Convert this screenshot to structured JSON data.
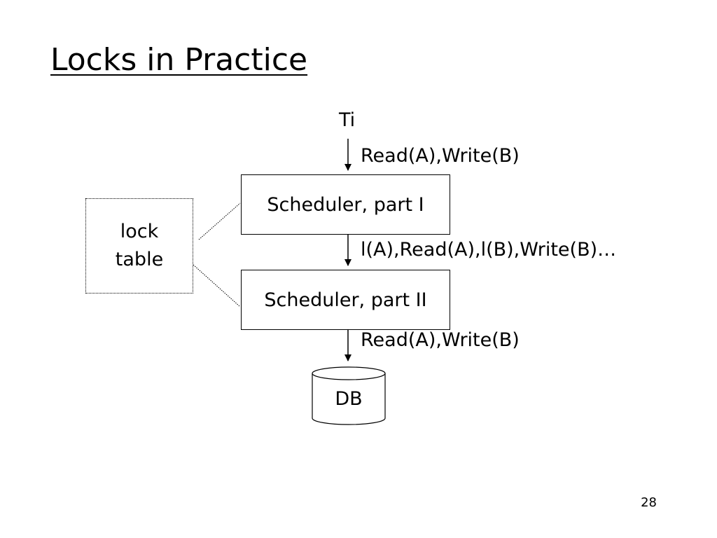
{
  "slide": {
    "title": "Locks in Practice",
    "page_number": "28"
  },
  "diagram": {
    "transaction_label": "Ti",
    "input_ops": "Read(A),Write(B)",
    "scheduler_1": "Scheduler, part I",
    "locked_ops": "l(A),Read(A),l(B),Write(B)…",
    "scheduler_2": "Scheduler, part II",
    "output_ops": "Read(A),Write(B)",
    "lock_table": "lock\ntable",
    "database": "DB"
  }
}
